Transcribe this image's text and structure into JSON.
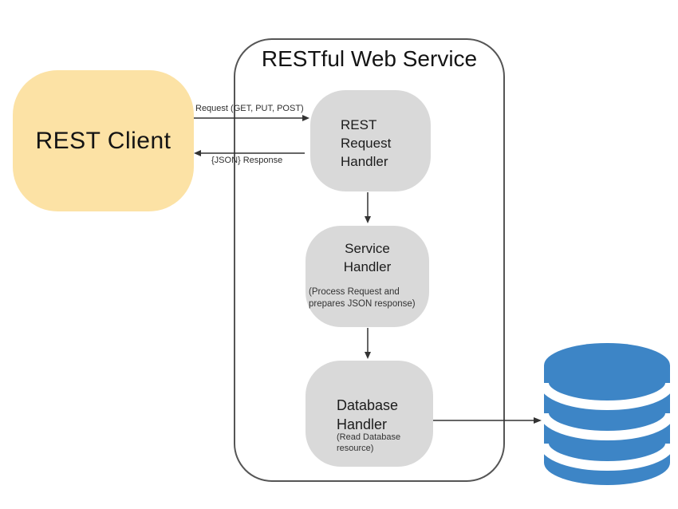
{
  "diagram": {
    "container": {
      "title": "RESTful Web Service"
    },
    "client": {
      "label": "REST Client"
    },
    "handlers": {
      "rest_request": {
        "title": "REST\nRequest\nHandler"
      },
      "service": {
        "title": "Service\nHandler",
        "note": "(Process Request and\nprepares JSON response)"
      },
      "database": {
        "title": "Database\nHandler",
        "note": "(Read Database\nresource)"
      }
    },
    "arrows": {
      "request_label": "Request (GET, PUT, POST)",
      "response_label": "{JSON} Response"
    },
    "colors": {
      "client_fill": "#fce2a5",
      "handler_fill": "#d9d9d9",
      "database_icon_blue": "#3d85c6",
      "line": "#333333",
      "container_border": "#555555"
    }
  }
}
